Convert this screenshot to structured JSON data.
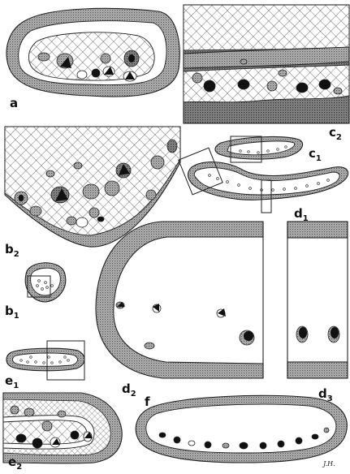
{
  "panels": [
    {
      "id": "a",
      "label": "a",
      "sub": ""
    },
    {
      "id": "b1",
      "label": "b",
      "sub": "1"
    },
    {
      "id": "b2",
      "label": "b",
      "sub": "2"
    },
    {
      "id": "c1",
      "label": "c",
      "sub": "1"
    },
    {
      "id": "c2",
      "label": "c",
      "sub": "2"
    },
    {
      "id": "d1",
      "label": "d",
      "sub": "1"
    },
    {
      "id": "d2",
      "label": "d",
      "sub": "2"
    },
    {
      "id": "d3",
      "label": "d",
      "sub": "3"
    },
    {
      "id": "e1",
      "label": "e",
      "sub": "1"
    },
    {
      "id": "e2",
      "label": "e",
      "sub": "2"
    },
    {
      "id": "f",
      "label": "f",
      "sub": ""
    }
  ],
  "signature": "J.H.",
  "colors": {
    "ink": "#111111",
    "stipple": "#8a8a8a",
    "paper": "#ffffff"
  }
}
